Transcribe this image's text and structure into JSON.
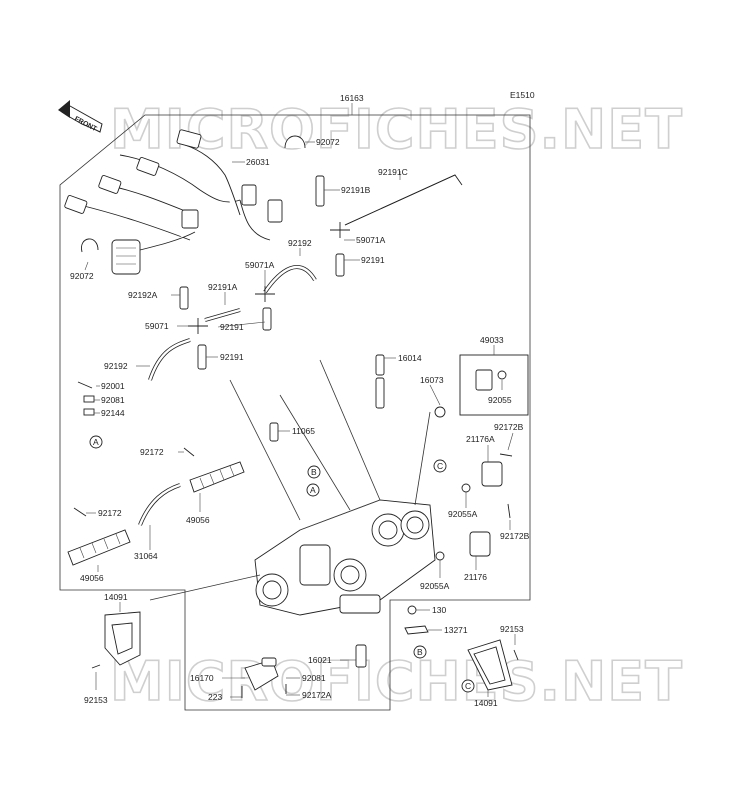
{
  "diagram_code": "E1510",
  "front_label": "FRONT",
  "watermark": "MICROFICHES.NET",
  "ref_circles": {
    "a": "A",
    "b": "B",
    "c": "C"
  },
  "parts": {
    "p16163": "16163",
    "p92072_top": "92072",
    "p26031": "26031",
    "p92191C": "92191C",
    "p92191B": "92191B",
    "p59071A_r": "59071A",
    "p92191_r": "92191",
    "p92072_left": "92072",
    "p92192": "92192",
    "p59071A_m": "59071A",
    "p92192A": "92192A",
    "p92191A": "92191A",
    "p59071": "59071",
    "p92191_m1": "92191",
    "p92191_m2": "92191",
    "p92192_l": "92192",
    "p16014": "16014",
    "p49033": "49033",
    "p16073": "16073",
    "p92055": "92055",
    "p92001": "92001",
    "p92081_l": "92081",
    "p92144": "92144",
    "p11065": "11065",
    "p92172B_t": "92172B",
    "p21176A": "21176A",
    "p92172_t": "92172",
    "p49056_m": "49056",
    "p92055A_1": "92055A",
    "p92172B_b": "92172B",
    "p92172_l": "92172",
    "p31064": "31064",
    "p21176": "21176",
    "p49056_l": "49056",
    "p92055A_2": "92055A",
    "p14091_l": "14091",
    "p130": "130",
    "p13271": "13271",
    "p92153_r": "92153",
    "p16021": "16021",
    "p16170": "16170",
    "p92081_b": "92081",
    "p223": "223",
    "p92172A": "92172A",
    "p92153_l": "92153",
    "p14091_r": "14091"
  }
}
